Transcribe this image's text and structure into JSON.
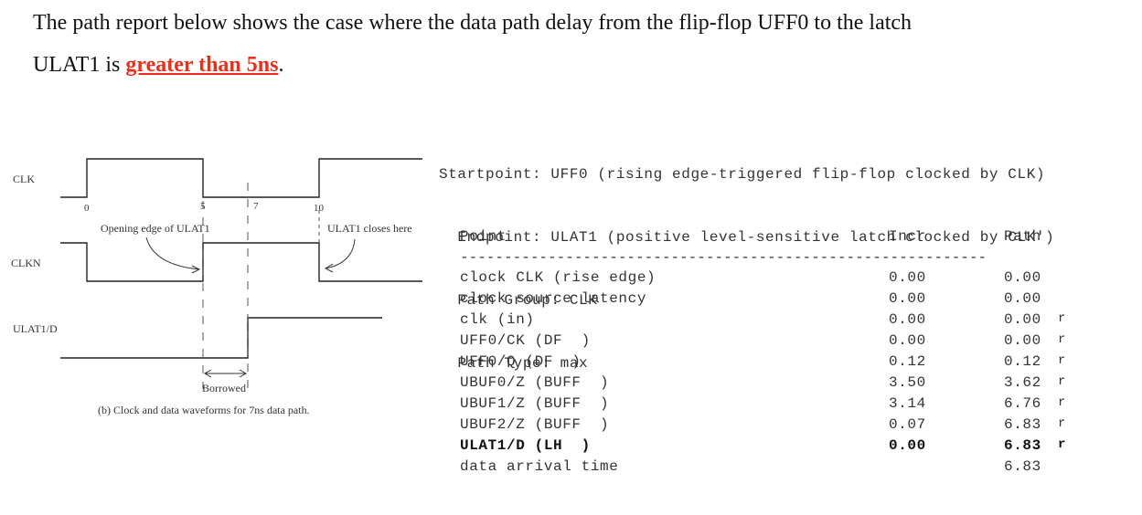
{
  "intro": {
    "line1": "The path report below shows the case where the data path delay from the flip-flop UFF0 to the latch",
    "line2_pre": "ULAT1 is ",
    "line2_highlight": "greater than 5ns",
    "line2_post": ".",
    "highlight_color": "#e8301c"
  },
  "waveform": {
    "signals": [
      "CLK",
      "CLKN",
      "ULAT1/D"
    ],
    "ticks": [
      "0",
      "5",
      "7",
      "10"
    ],
    "opening_label": "Opening edge of ULAT1",
    "closes_label": "ULAT1 closes here",
    "borrowed_label": "Borrowed",
    "caption": "(b) Clock and data waveforms for 7ns data path."
  },
  "report": {
    "startpoint": "Startpoint: UFF0 (rising edge-triggered flip-flop clocked by CLK)",
    "endpoint": "  Endpoint: ULAT1 (positive level-sensitive latch clocked by CLK')",
    "path_group": "  Path Group: CLK",
    "path_type": "  Path Type: max",
    "headers": {
      "point": "Point",
      "incr": "Incr",
      "path": "Path"
    },
    "separator": "------------------------------------------------------------",
    "rows": [
      {
        "point": "clock CLK (rise edge)",
        "incr": "0.00",
        "path": "0.00",
        "flag": ""
      },
      {
        "point": "clock source latency",
        "incr": "0.00",
        "path": "0.00",
        "flag": ""
      },
      {
        "point": "clk (in)",
        "incr": "0.00",
        "path": "0.00",
        "flag": "r"
      },
      {
        "point": "UFF0/CK (DF  )",
        "incr": "0.00",
        "path": "0.00",
        "flag": "r"
      },
      {
        "point": "UFF0/Q (DF  )",
        "incr": "0.12",
        "path": "0.12",
        "flag": "r"
      },
      {
        "point": "UBUF0/Z (BUFF  )",
        "incr": "3.50",
        "path": "3.62",
        "flag": "r"
      },
      {
        "point": "UBUF1/Z (BUFF  )",
        "incr": "3.14",
        "path": "6.76",
        "flag": "r"
      },
      {
        "point": "UBUF2/Z (BUFF  )",
        "incr": "0.07",
        "path": "6.83",
        "flag": "r"
      },
      {
        "point": "ULAT1/D (LH  )",
        "incr": "0.00",
        "path": "6.83",
        "flag": "r"
      },
      {
        "point": "data arrival time",
        "incr": "",
        "path": "6.83",
        "flag": ""
      }
    ]
  }
}
